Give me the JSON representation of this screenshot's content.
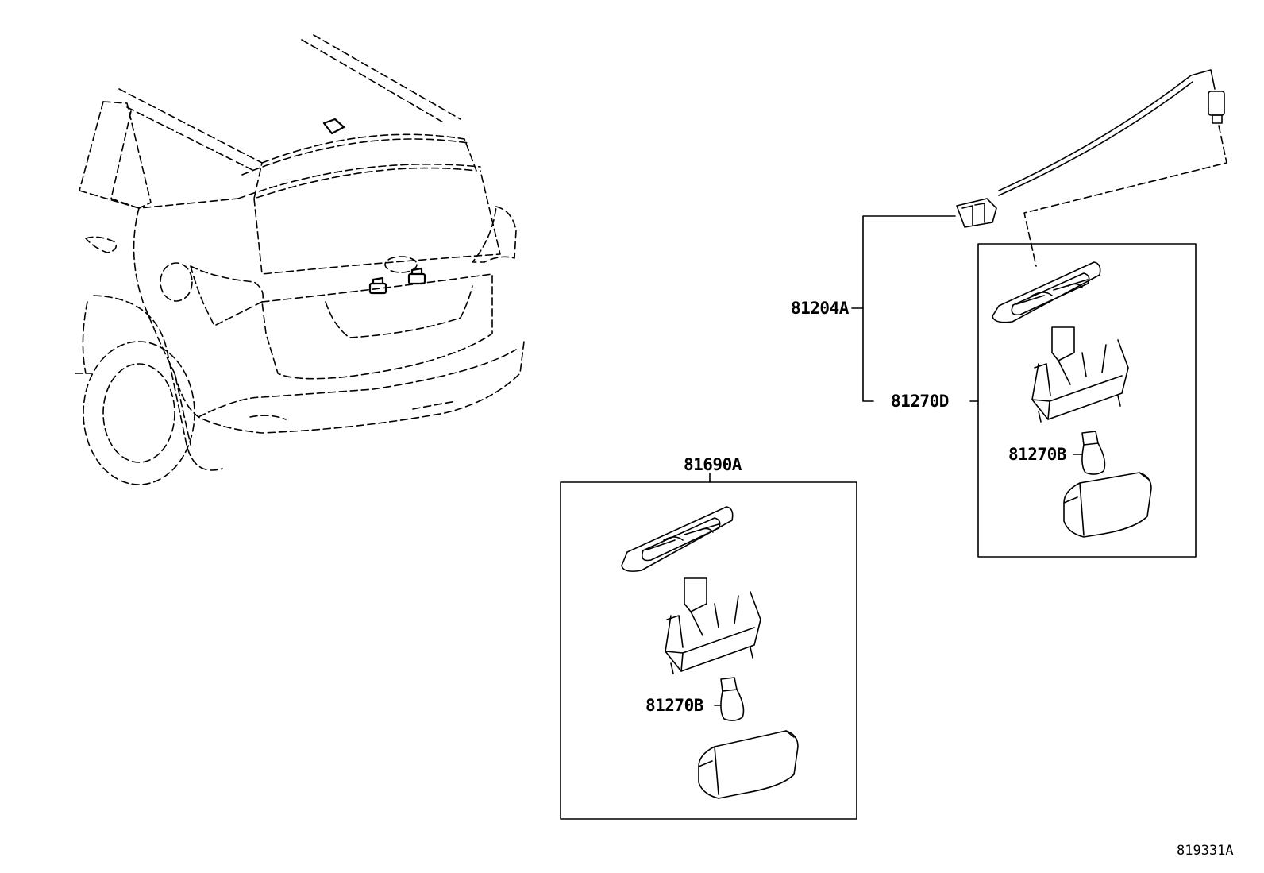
{
  "labels": {
    "lamp_assy_81690A": "81690A",
    "wire_81204A": "81204A",
    "lamp_assy_81270D": "81270D",
    "bulb_81270B_right": "81270B",
    "bulb_81270B_left": "81270B"
  },
  "figure_number": "819331A",
  "colors": {
    "line": "#000000",
    "background": "#ffffff"
  }
}
